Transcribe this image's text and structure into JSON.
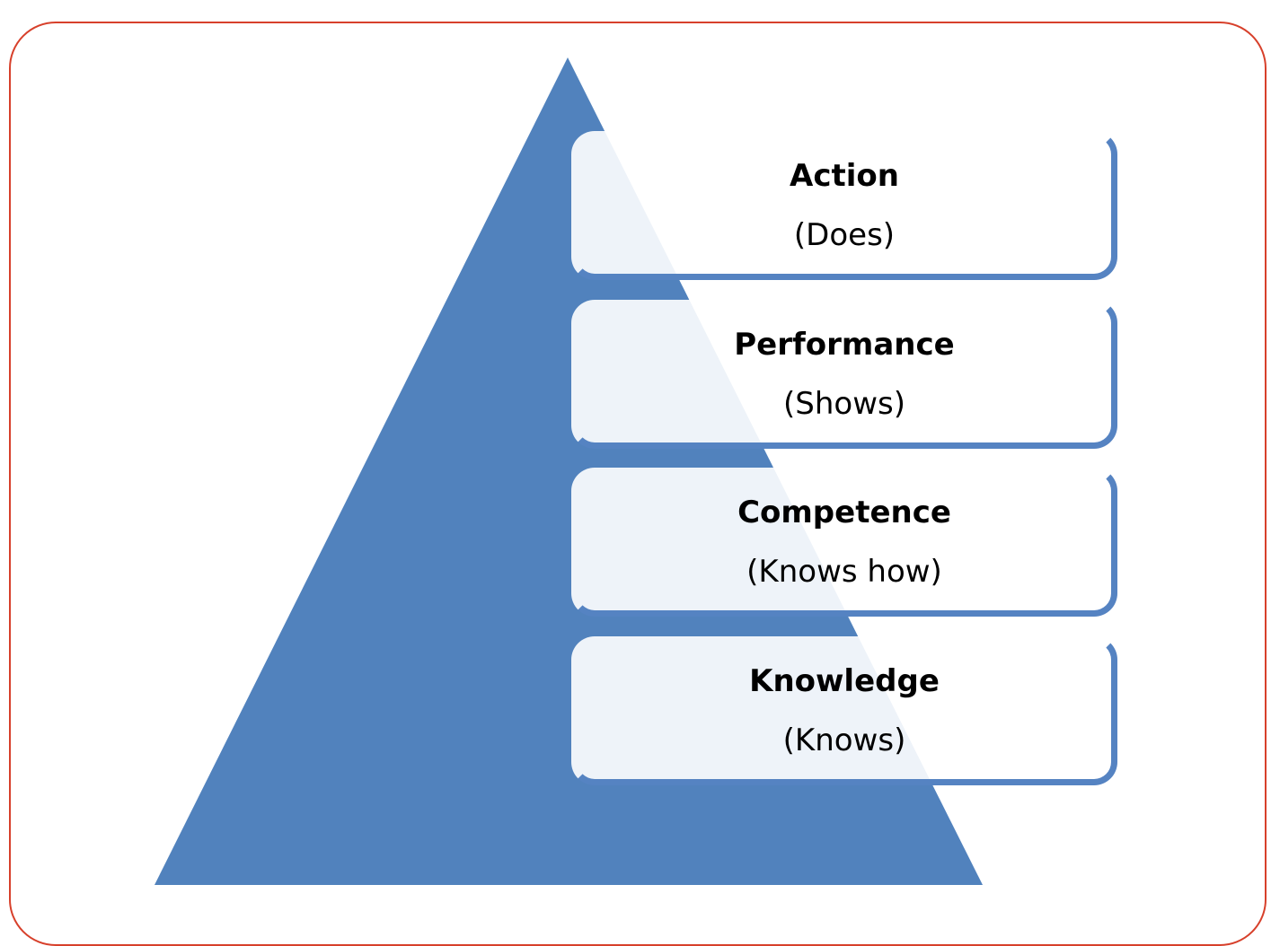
{
  "colors": {
    "frame_border": "#d7402b",
    "pyramid_fill": "#5182bd",
    "box_border": "#5583c2",
    "text": "#000000"
  },
  "levels": [
    {
      "title": "Action",
      "subtitle": "(Does)"
    },
    {
      "title": "Performance",
      "subtitle": "(Shows)"
    },
    {
      "title": "Competence",
      "subtitle": "(Knows how)"
    },
    {
      "title": "Knowledge",
      "subtitle": "(Knows)"
    }
  ]
}
